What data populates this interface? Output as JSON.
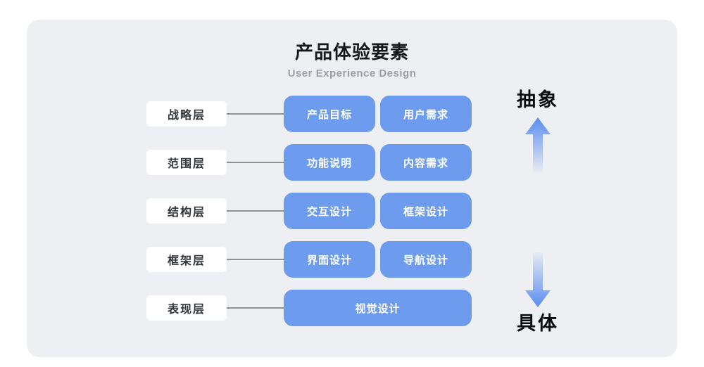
{
  "header": {
    "title": "产品体验要素",
    "subtitle": "User Experience Design"
  },
  "rows": [
    {
      "label": "战略层",
      "boxes": [
        "产品目标",
        "用户需求"
      ]
    },
    {
      "label": "范围层",
      "boxes": [
        "功能说明",
        "内容需求"
      ]
    },
    {
      "label": "结构层",
      "boxes": [
        "交互设计",
        "框架设计"
      ]
    },
    {
      "label": "框架层",
      "boxes": [
        "界面设计",
        "导航设计"
      ]
    },
    {
      "label": "表现层",
      "boxes": [
        "视觉设计"
      ]
    }
  ],
  "axis": {
    "top_label": "抽象",
    "bottom_label": "具体"
  },
  "colors": {
    "card_background": "#edeff2",
    "node_blue": "#6d9bee",
    "node_text": "#ffffff",
    "label_background": "#ffffff",
    "label_text": "#33373d",
    "connector_gray": "#8d9299",
    "arrow_blue": "#5a8cf0",
    "subtitle_gray": "#9aa0a8"
  }
}
